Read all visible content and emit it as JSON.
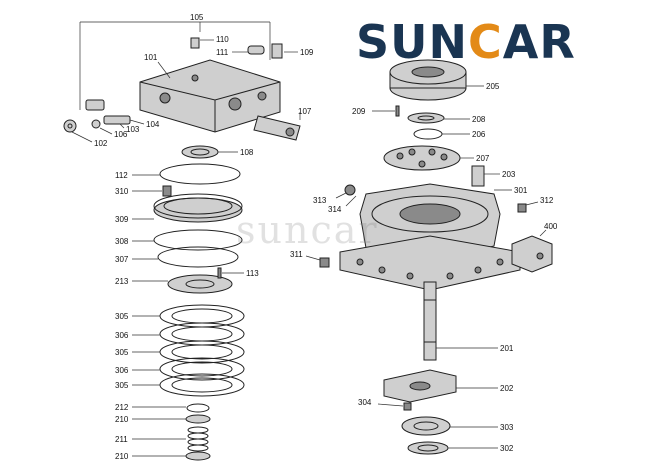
{
  "brand": {
    "name_part1": "SUN",
    "name_accent": "C",
    "name_part2": "AR",
    "watermark": "suncar"
  },
  "labels": {
    "p105": "105",
    "p110": "110",
    "p111": "111",
    "p109": "109",
    "p101": "101",
    "p107": "107",
    "p104": "104",
    "p103": "103",
    "p106": "106",
    "p102": "102",
    "p108": "108",
    "p112": "112",
    "p310": "310",
    "p309": "309",
    "p308": "308",
    "p307": "307",
    "p113": "113",
    "p213": "213",
    "p305a": "305",
    "p306a": "306",
    "p305b": "305",
    "p306b": "306",
    "p305c": "305",
    "p212": "212",
    "p210a": "210",
    "p211": "211",
    "p210b": "210",
    "p205": "205",
    "p209": "209",
    "p208": "208",
    "p206": "206",
    "p207": "207",
    "p203": "203",
    "p313": "313",
    "p314": "314",
    "p301": "301",
    "p312": "312",
    "p400": "400",
    "p311": "311",
    "p201": "201",
    "p202": "202",
    "p304": "304",
    "p303": "303",
    "p302": "302"
  },
  "colors": {
    "brand_dark": "#1a3552",
    "brand_accent": "#e38a17"
  }
}
